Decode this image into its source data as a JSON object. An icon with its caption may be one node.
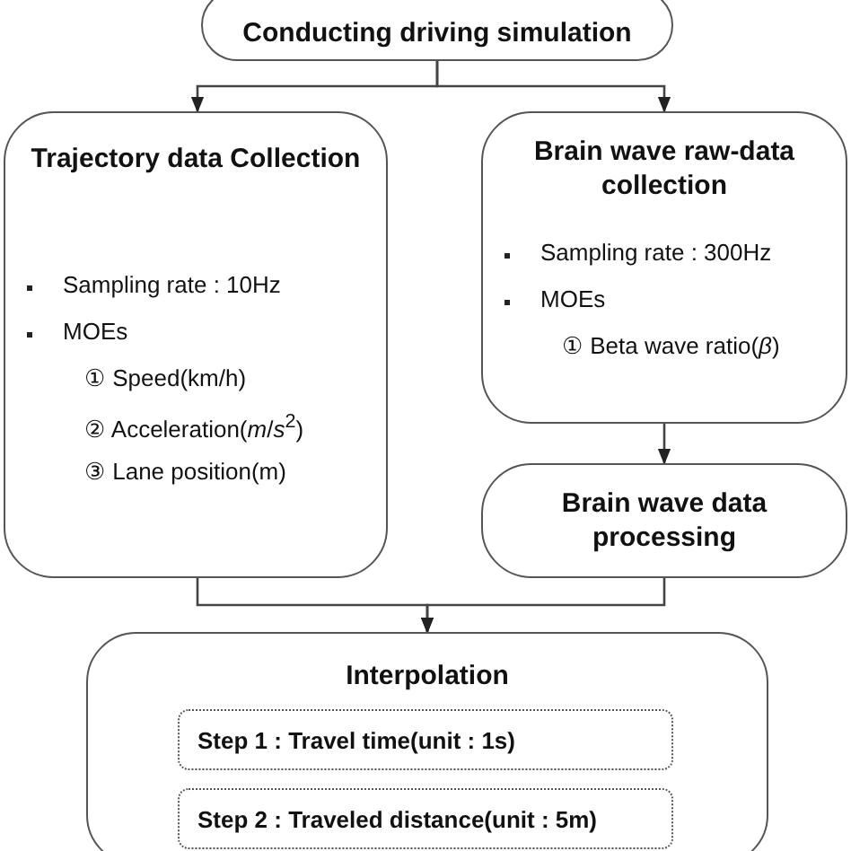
{
  "diagram": {
    "nodes": [
      {
        "text": [
          "Conducting driving simulation"
        ]
      },
      {
        "text": [
          "Trajectory data Collection",
          "Sampling rate : 10Hz",
          "MOEs",
          "① Speed(km/h)",
          "② Acceleration(*m*/*s*$^{2}$)",
          "③ Lane position(m)"
        ]
      },
      {
        "text": [
          "Brain wave raw-data collection",
          "Sampling rate : 300Hz",
          "MOEs",
          "① Beta wave ratio(*β*)"
        ]
      },
      {
        "text": [
          "Brain wave data processing"
        ]
      },
      {
        "text": [
          "Interpolation"
        ]
      },
      {
        "text": [
          "Step 1 : Travel time(unit : 1s)"
        ],
        "in": 4
      },
      {
        "text": [
          "Step 2 : Traveled distance(unit : 5m)"
        ],
        "in": 4
      }
    ],
    "edges": [
      {
        "from": 0,
        "to": 1,
        "arrow": "to"
      },
      {
        "from": 0,
        "to": 2,
        "arrow": "to"
      },
      {
        "from": 2,
        "to": 3,
        "arrow": "to"
      },
      {
        "from": 1,
        "to": 4,
        "arrow": "to"
      },
      {
        "from": 3,
        "to": 4,
        "arrow": "to"
      }
    ]
  }
}
